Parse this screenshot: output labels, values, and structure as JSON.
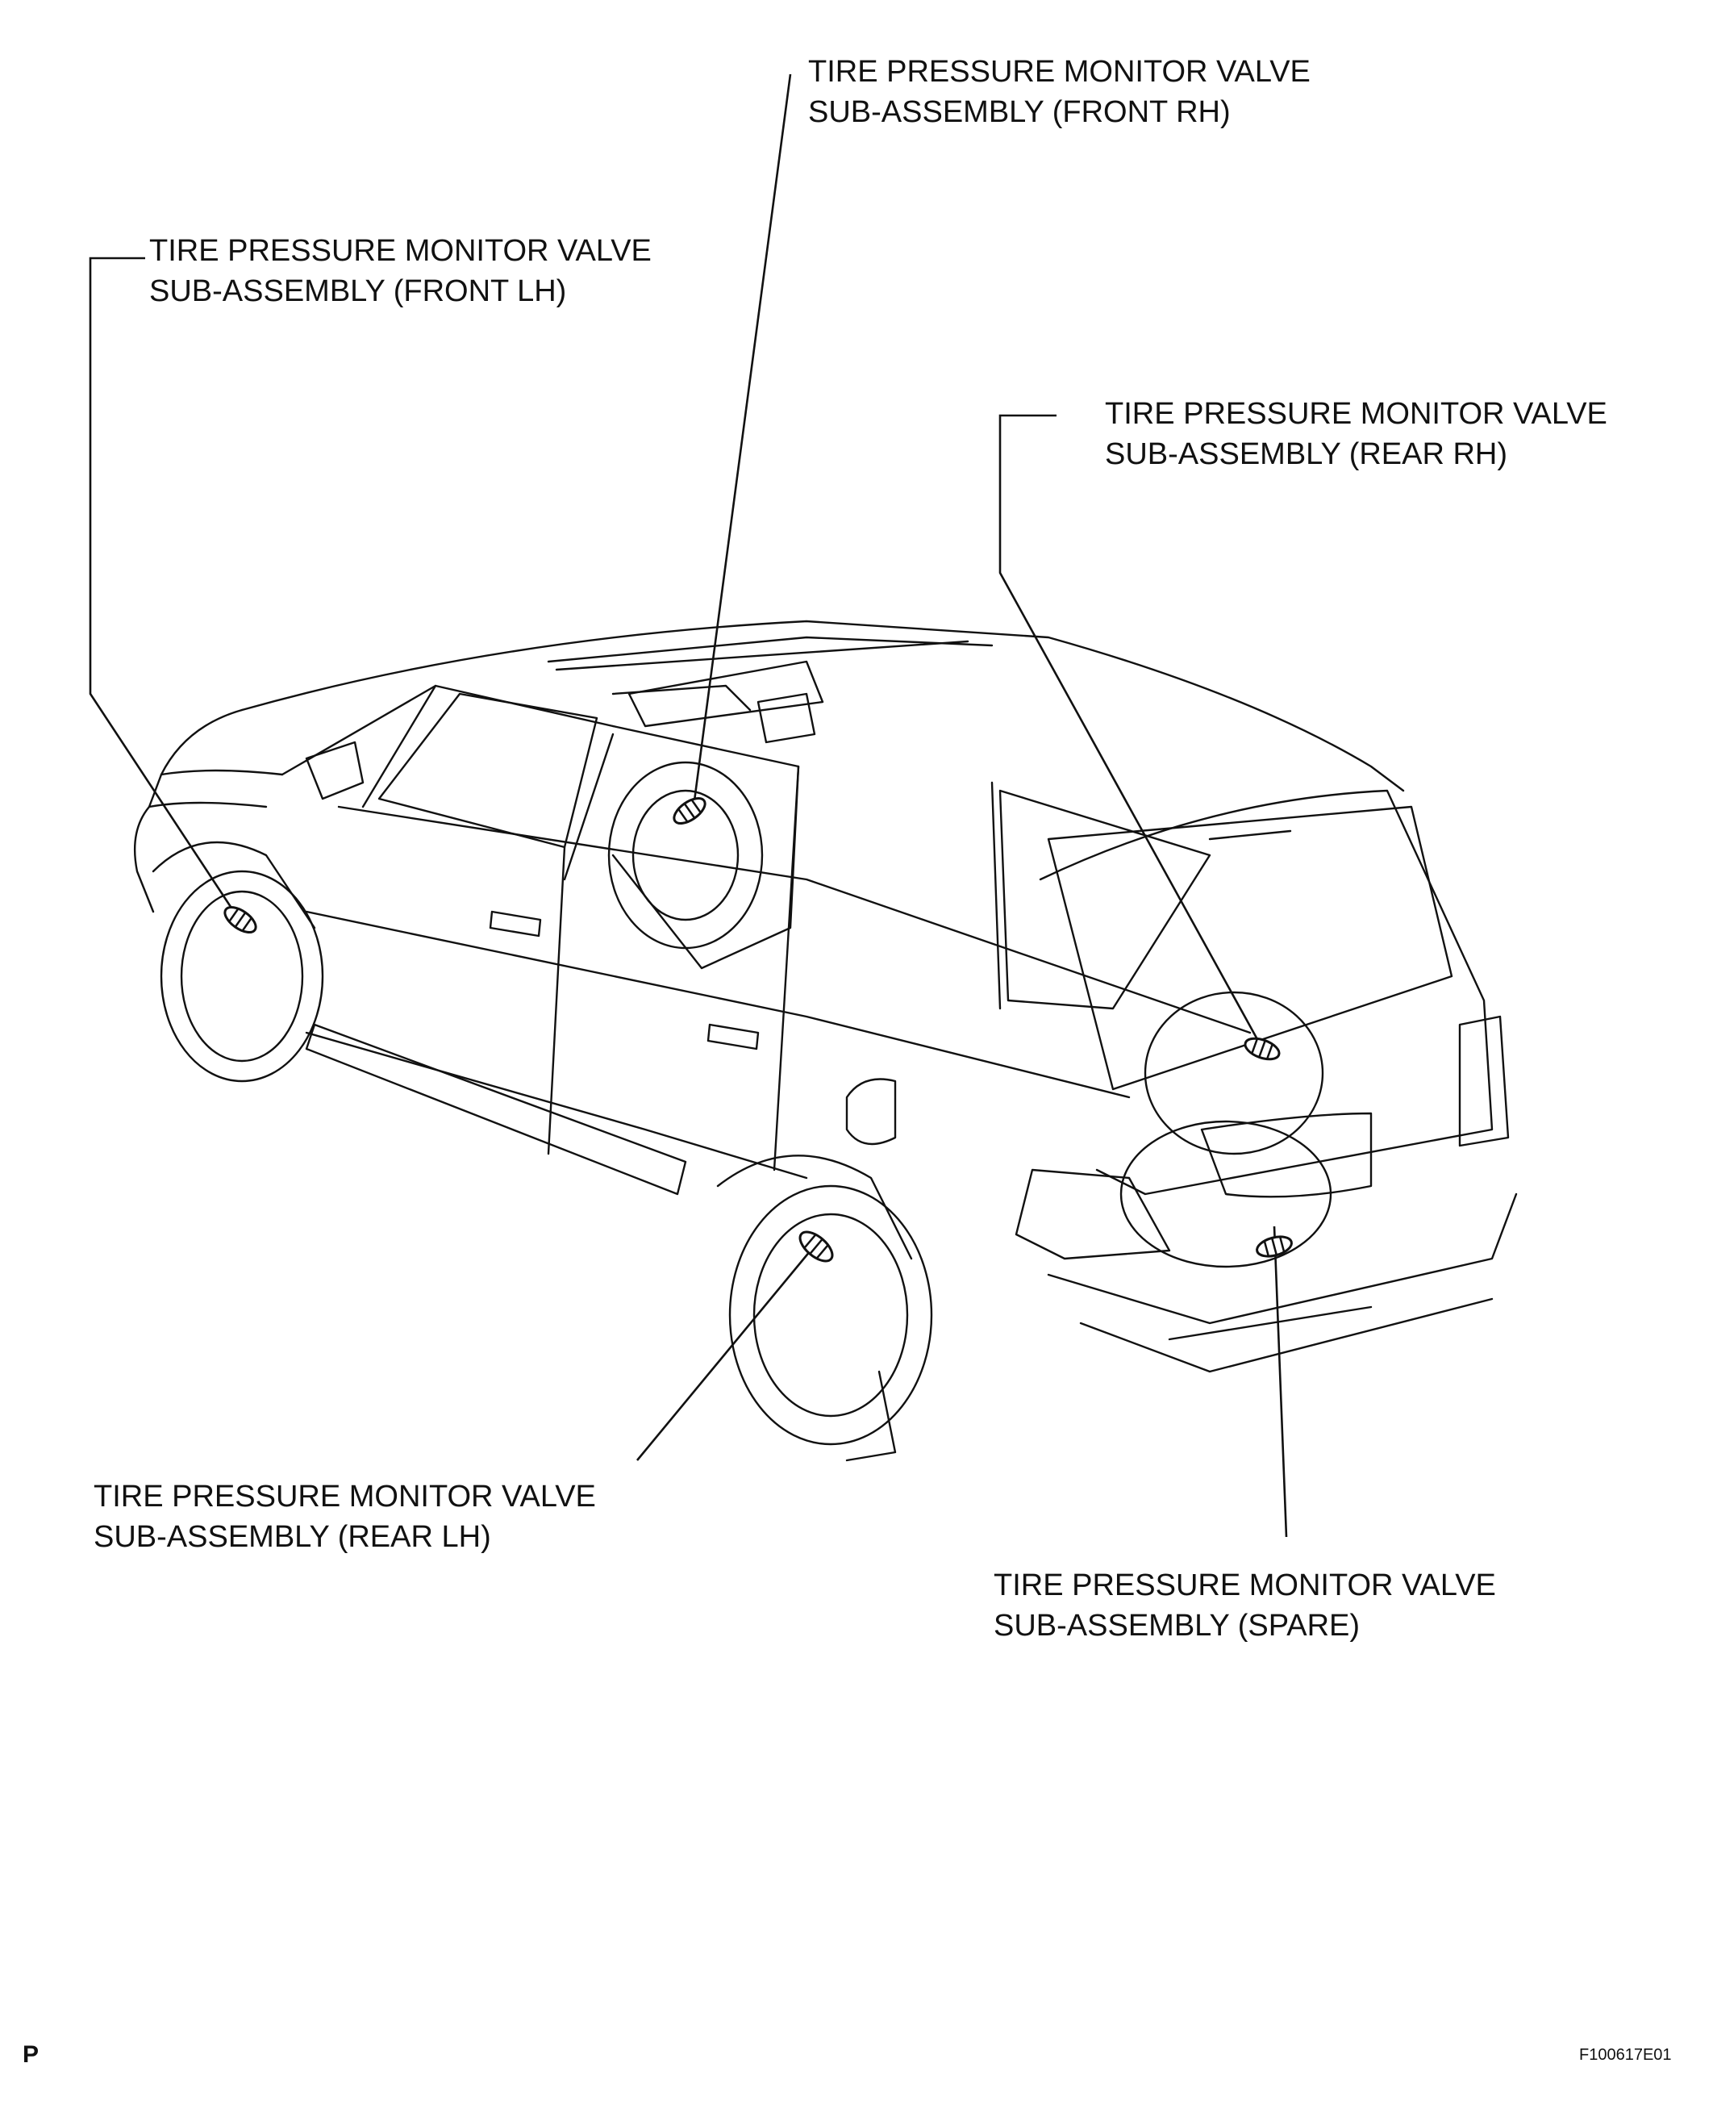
{
  "callouts": {
    "front_rh": {
      "line1": "TIRE PRESSURE MONITOR VALVE",
      "line2": "SUB-ASSEMBLY (FRONT RH)"
    },
    "front_lh": {
      "line1": "TIRE PRESSURE MONITOR VALVE",
      "line2": "SUB-ASSEMBLY (FRONT LH)"
    },
    "rear_rh": {
      "line1": "TIRE PRESSURE MONITOR VALVE",
      "line2": "SUB-ASSEMBLY (REAR RH)"
    },
    "rear_lh": {
      "line1": "TIRE PRESSURE MONITOR VALVE",
      "line2": "SUB-ASSEMBLY (REAR LH)"
    },
    "spare": {
      "line1": "TIRE PRESSURE MONITOR VALVE",
      "line2": "SUB-ASSEMBLY (SPARE)"
    }
  },
  "corner_letter": "P",
  "figure_id": "F100617E01",
  "colors": {
    "line": "#111111",
    "background": "#ffffff"
  },
  "icons": [
    "vehicle-outline",
    "tire-valve-icon"
  ]
}
